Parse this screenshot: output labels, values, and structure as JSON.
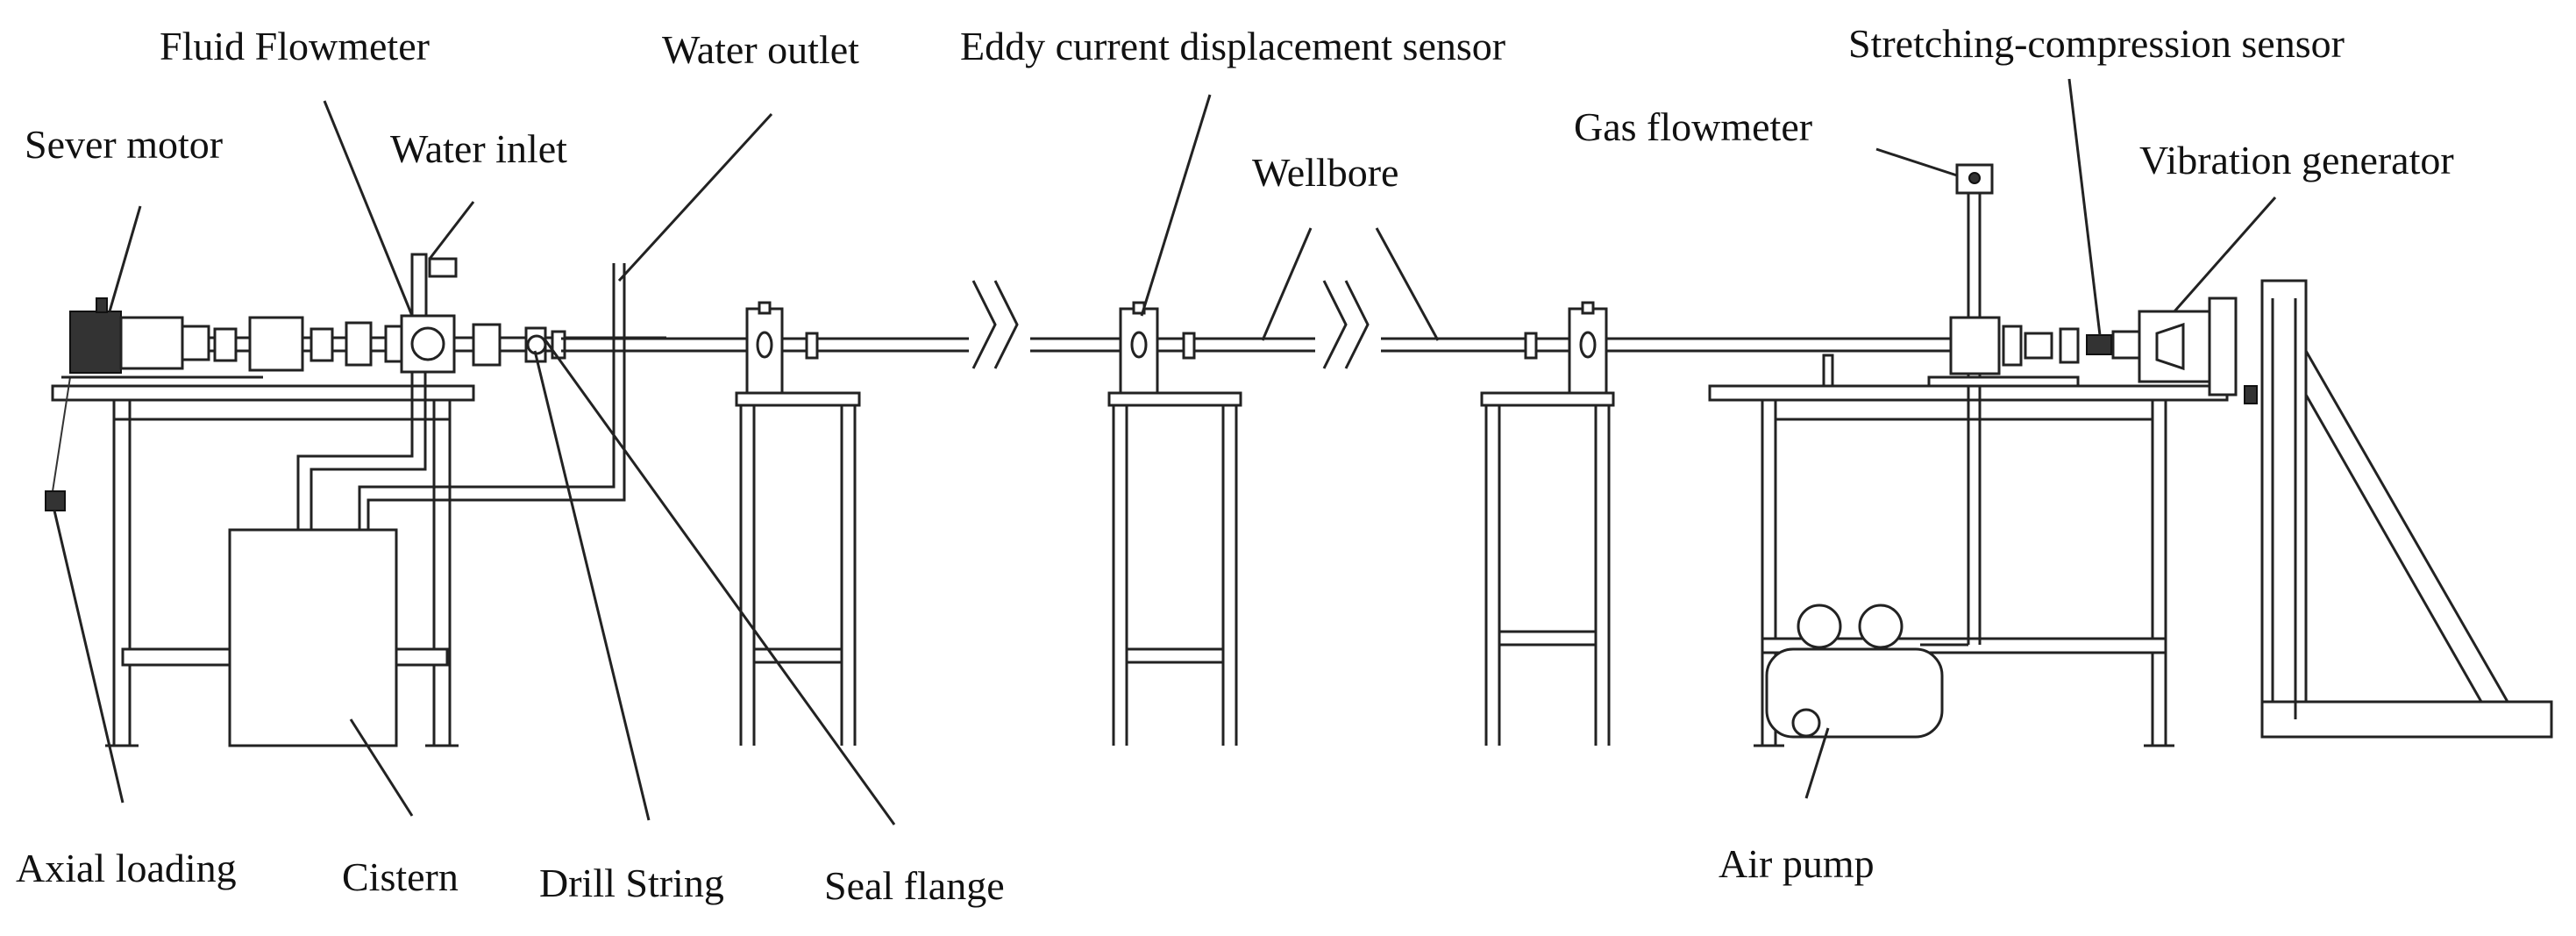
{
  "labels": {
    "fluid_flowmeter": "Fluid Flowmeter",
    "sever_motor": "Sever motor",
    "water_inlet": "Water inlet",
    "water_outlet": "Water outlet",
    "eddy_sensor": "Eddy current displacement sensor",
    "wellbore": "Wellbore",
    "gas_flowmeter": "Gas flowmeter",
    "stretching_sensor": "Stretching-compression sensor",
    "vibration_generator": "Vibration generator",
    "axial_loading": "Axial loading",
    "cistern": "Cistern",
    "drill_string": "Drill String",
    "seal_flange": "Seal flange",
    "air_pump": "Air pump"
  },
  "colors": {
    "line": "#222222",
    "background": "#ffffff"
  }
}
